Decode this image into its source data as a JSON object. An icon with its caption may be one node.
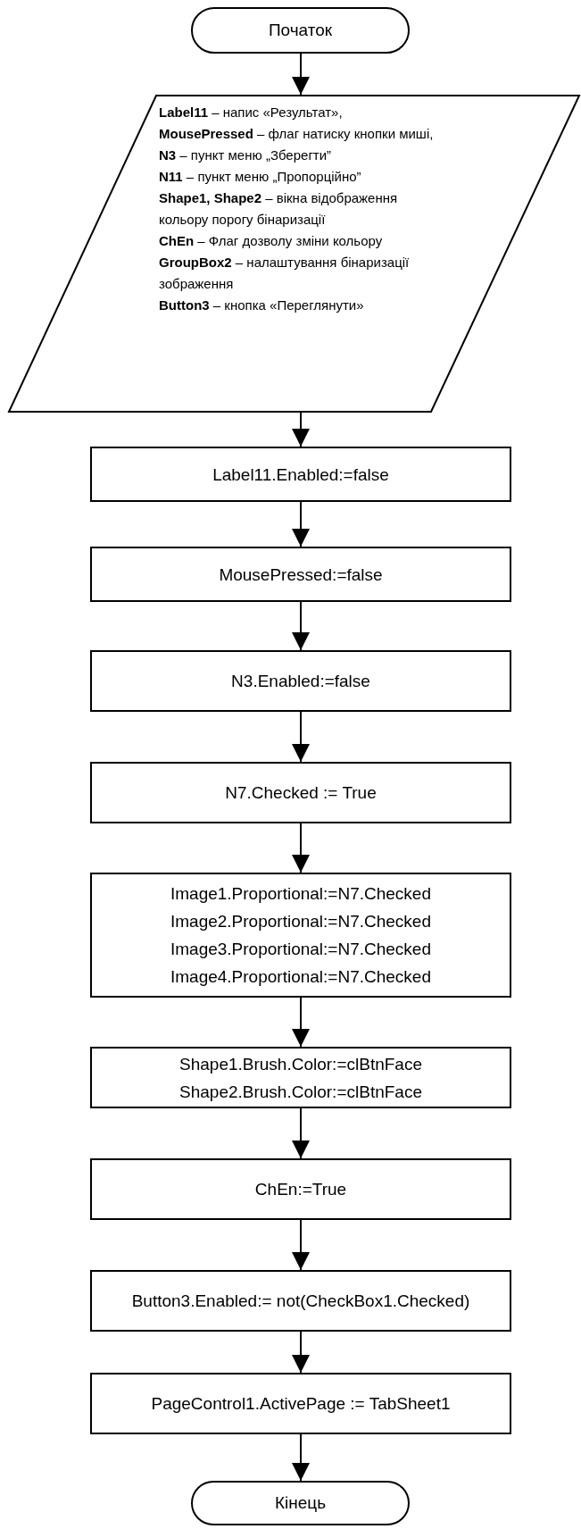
{
  "diagram": {
    "nodes": [
      {
        "text": [
          "Початок"
        ]
      },
      {
        "text": [
          "**Label11** – напис «Результат»,",
          "**MousePressed** – флаг натиску кнопки миші,",
          "**N3** – пункт меню „Зберегти”",
          "**N11** – пункт меню „Пропорційно”",
          "**Shape1, Shape2** – вікна відображення кольору порогу бінаризації",
          "**ChEn** – Флаг дозволу зміни кольору",
          "**GroupBox2** – налаштування бінаризації зображення",
          "**Button3** – кнопка «Переглянути»"
        ]
      },
      {
        "text": [
          "Label11.Enabled:=false"
        ]
      },
      {
        "text": [
          "MousePressed:=false"
        ]
      },
      {
        "text": [
          "N3.Enabled:=false"
        ]
      },
      {
        "text": [
          "N7.Checked := True"
        ]
      },
      {
        "text": [
          "Image1.Proportional:=N7.Checked",
          "Image2.Proportional:=N7.Checked",
          "Image3.Proportional:=N7.Checked",
          "Image4.Proportional:=N7.Checked"
        ]
      },
      {
        "text": [
          "Shape1.Brush.Color:=clBtnFace",
          "Shape2.Brush.Color:=clBtnFace"
        ]
      },
      {
        "text": [
          "ChEn:=True"
        ]
      },
      {
        "text": [
          "Button3.Enabled:= not(CheckBox1.Checked)"
        ]
      },
      {
        "text": [
          "PageControl1.ActivePage := TabSheet1"
        ]
      },
      {
        "text": [
          "Кінець"
        ]
      }
    ],
    "edges": [
      {
        "from": 0,
        "to": 1,
        "arrow": "to"
      },
      {
        "from": 1,
        "to": 2,
        "arrow": "to"
      },
      {
        "from": 2,
        "to": 3,
        "arrow": "to"
      },
      {
        "from": 3,
        "to": 4,
        "arrow": "to"
      },
      {
        "from": 4,
        "to": 5,
        "arrow": "to"
      },
      {
        "from": 5,
        "to": 6,
        "arrow": "to"
      },
      {
        "from": 6,
        "to": 7,
        "arrow": "to"
      },
      {
        "from": 7,
        "to": 8,
        "arrow": "to"
      },
      {
        "from": 8,
        "to": 9,
        "arrow": "to"
      },
      {
        "from": 9,
        "to": 10,
        "arrow": "to"
      },
      {
        "from": 10,
        "to": 11,
        "arrow": "to"
      }
    ]
  }
}
